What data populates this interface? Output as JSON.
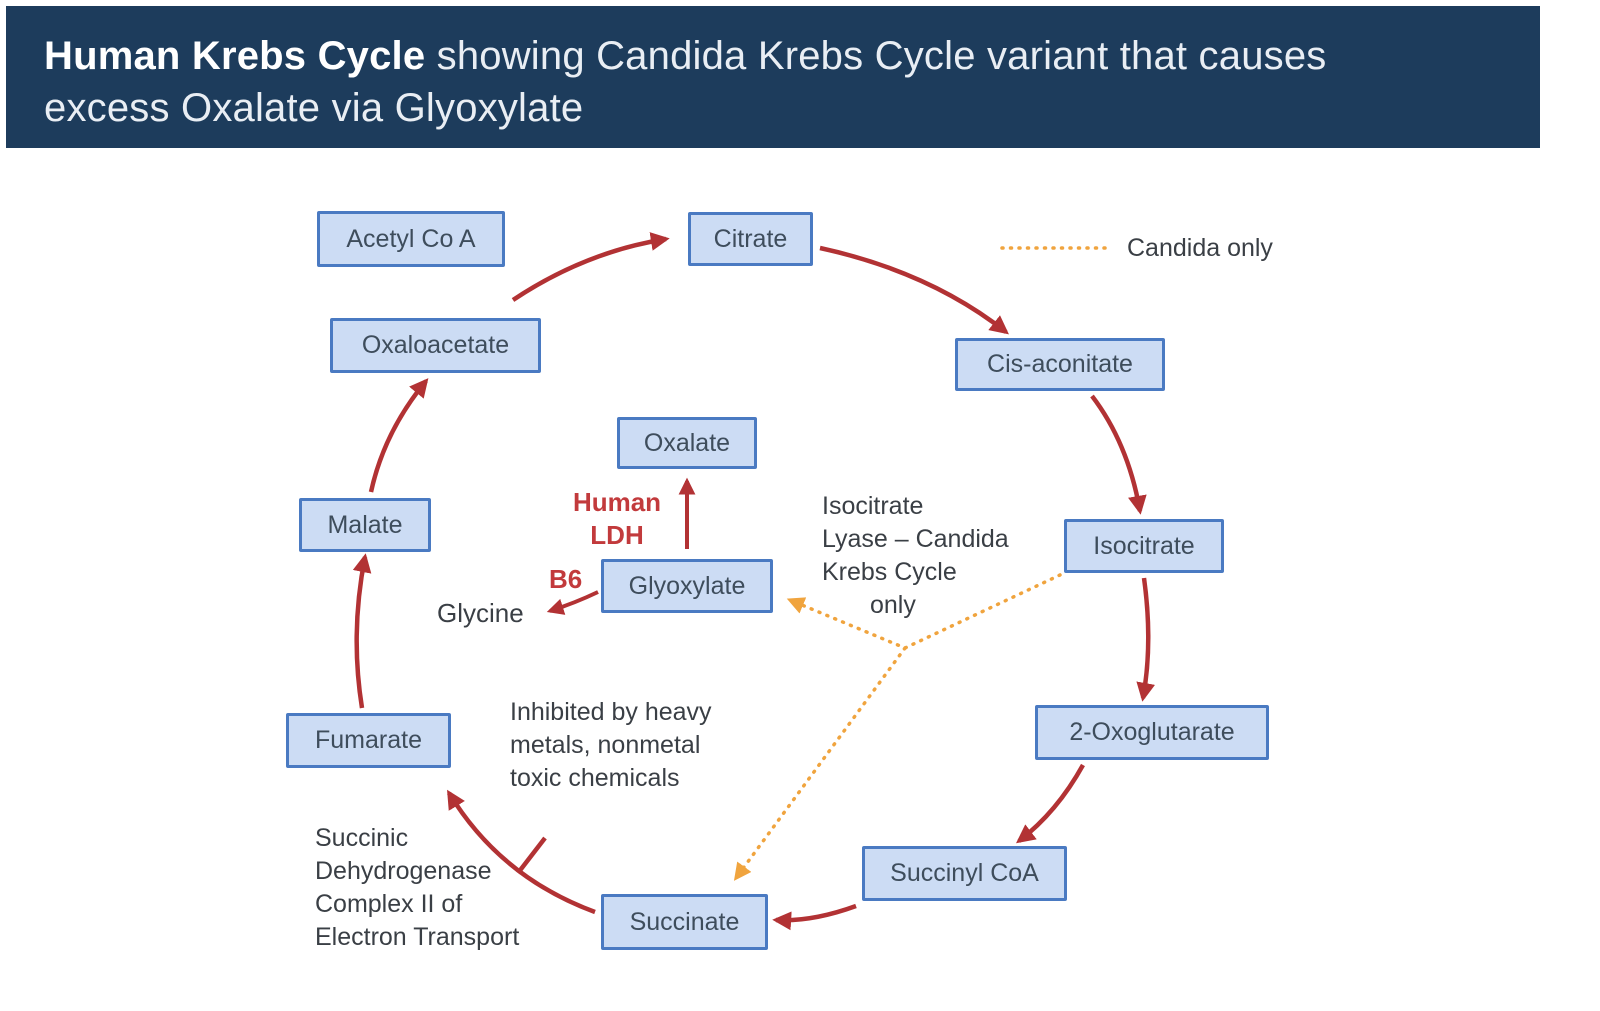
{
  "header": {
    "title_bold": "Human Krebs Cycle",
    "title_rest": " showing Candida Krebs Cycle variant that causes excess Oxalate via Glyoxylate"
  },
  "legend": {
    "label": "Candida only"
  },
  "nodes": {
    "acetyl_coa": "Acetyl Co A",
    "citrate": "Citrate",
    "cis_aconitate": "Cis-aconitate",
    "isocitrate": "Isocitrate",
    "oxoglutarate": "2-Oxoglutarate",
    "succinyl_coa": "Succinyl CoA",
    "succinate": "Succinate",
    "fumarate": "Fumarate",
    "malate": "Malate",
    "oxaloacetate": "Oxaloacetate",
    "oxalate": "Oxalate",
    "glyoxylate": "Glyoxylate"
  },
  "labels": {
    "human_ldh_l1": "Human",
    "human_ldh_l2": "LDH",
    "b6": "B6",
    "glycine": "Glycine",
    "isocitrate_lyase": {
      "l1": "Isocitrate",
      "l2": "Lyase – Candida",
      "l3": "Krebs Cycle",
      "l4": "only"
    },
    "inhibited": {
      "l1": "Inhibited by heavy",
      "l2": "metals, nonmetal",
      "l3": "toxic chemicals"
    },
    "succinic": {
      "l1": "Succinic",
      "l2": "Dehydrogenase",
      "l3": "Complex II of",
      "l4": "Electron Transport"
    }
  },
  "colors": {
    "header_bg": "#1d3c5c",
    "node_fill": "#ccdcf4",
    "node_border": "#4a7ac2",
    "node_text": "#3e4d5c",
    "arrow_red": "#b23234",
    "label_red": "#c23a3c",
    "candida_orange": "#f0a43e",
    "text_dark": "#3a3f45"
  }
}
